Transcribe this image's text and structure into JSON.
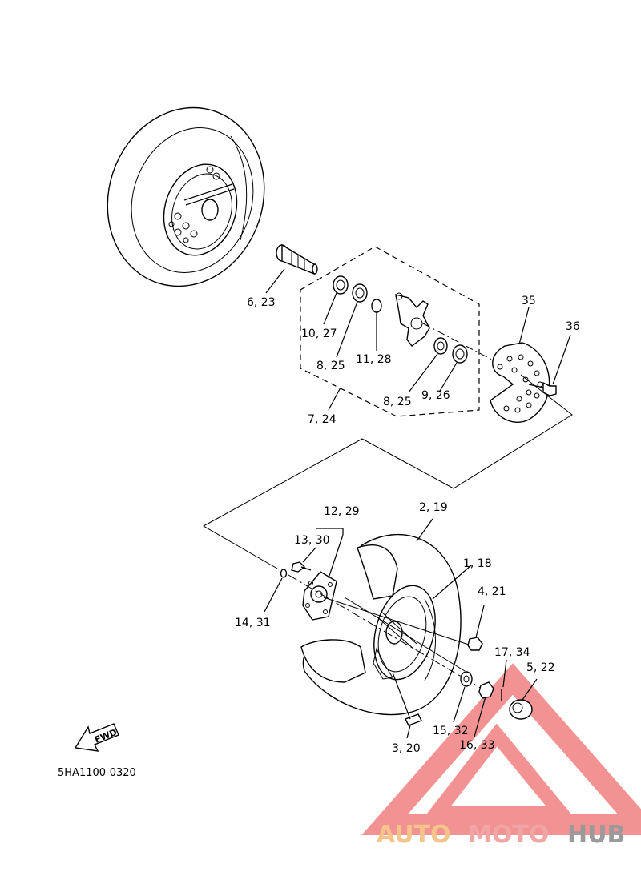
{
  "diagram": {
    "code": "5HA1100-0320",
    "fwd_label": "FWD",
    "callouts": [
      {
        "id": "c6",
        "text": "6, 23"
      },
      {
        "id": "c10",
        "text": "10, 27"
      },
      {
        "id": "c8a",
        "text": "8, 25"
      },
      {
        "id": "c11",
        "text": "11, 28"
      },
      {
        "id": "c7",
        "text": "7, 24"
      },
      {
        "id": "c8b",
        "text": "8, 25"
      },
      {
        "id": "c9",
        "text": "9, 26"
      },
      {
        "id": "c35",
        "text": "35"
      },
      {
        "id": "c36",
        "text": "36"
      },
      {
        "id": "c12",
        "text": "12, 29"
      },
      {
        "id": "c2",
        "text": "2, 19"
      },
      {
        "id": "c13",
        "text": "13, 30"
      },
      {
        "id": "c1",
        "text": "1, 18"
      },
      {
        "id": "c14",
        "text": "14, 31"
      },
      {
        "id": "c4",
        "text": "4, 21"
      },
      {
        "id": "c17",
        "text": "17, 34"
      },
      {
        "id": "c5",
        "text": "5, 22"
      },
      {
        "id": "c15",
        "text": "15, 32"
      },
      {
        "id": "c16",
        "text": "16, 33"
      },
      {
        "id": "c3",
        "text": "3, 20"
      }
    ]
  },
  "watermark": {
    "word_auto": "AUTO",
    "word_moto": "MOTO",
    "word_hub": "HUB",
    "color_auto": "#f5c48a",
    "color_moto": "#f2a5a5",
    "color_hub": "#9a9a9a",
    "triangle_color": "#f08080"
  }
}
